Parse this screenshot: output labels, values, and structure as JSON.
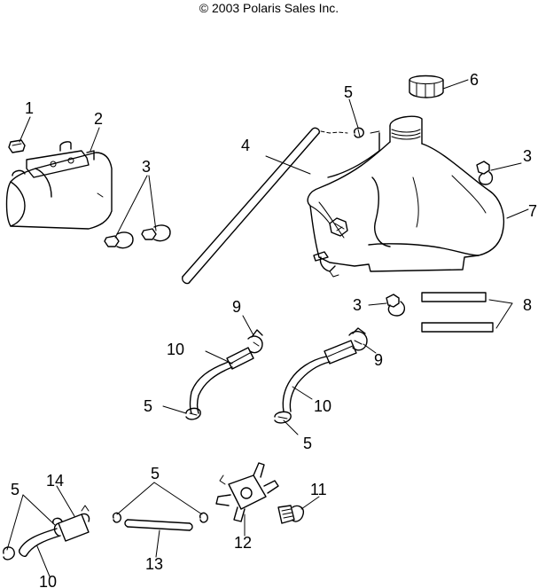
{
  "copyright": "© 2003 Polaris Sales Inc.",
  "callouts": [
    {
      "id": "c1",
      "label": "1"
    },
    {
      "id": "c2",
      "label": "2"
    },
    {
      "id": "c3a",
      "label": "3"
    },
    {
      "id": "c3b",
      "label": "3"
    },
    {
      "id": "c3c",
      "label": "3"
    },
    {
      "id": "c4",
      "label": "4"
    },
    {
      "id": "c5a",
      "label": "5"
    },
    {
      "id": "c5b",
      "label": "5"
    },
    {
      "id": "c5c",
      "label": "5"
    },
    {
      "id": "c5d",
      "label": "5"
    },
    {
      "id": "c5e",
      "label": "5"
    },
    {
      "id": "c6",
      "label": "6"
    },
    {
      "id": "c7",
      "label": "7"
    },
    {
      "id": "c8",
      "label": "8"
    },
    {
      "id": "c9a",
      "label": "9"
    },
    {
      "id": "c9b",
      "label": "9"
    },
    {
      "id": "c10a",
      "label": "10"
    },
    {
      "id": "c10b",
      "label": "10"
    },
    {
      "id": "c10c",
      "label": "10"
    },
    {
      "id": "c11",
      "label": "11"
    },
    {
      "id": "c12",
      "label": "12"
    },
    {
      "id": "c13",
      "label": "13"
    },
    {
      "id": "c14",
      "label": "14"
    }
  ]
}
